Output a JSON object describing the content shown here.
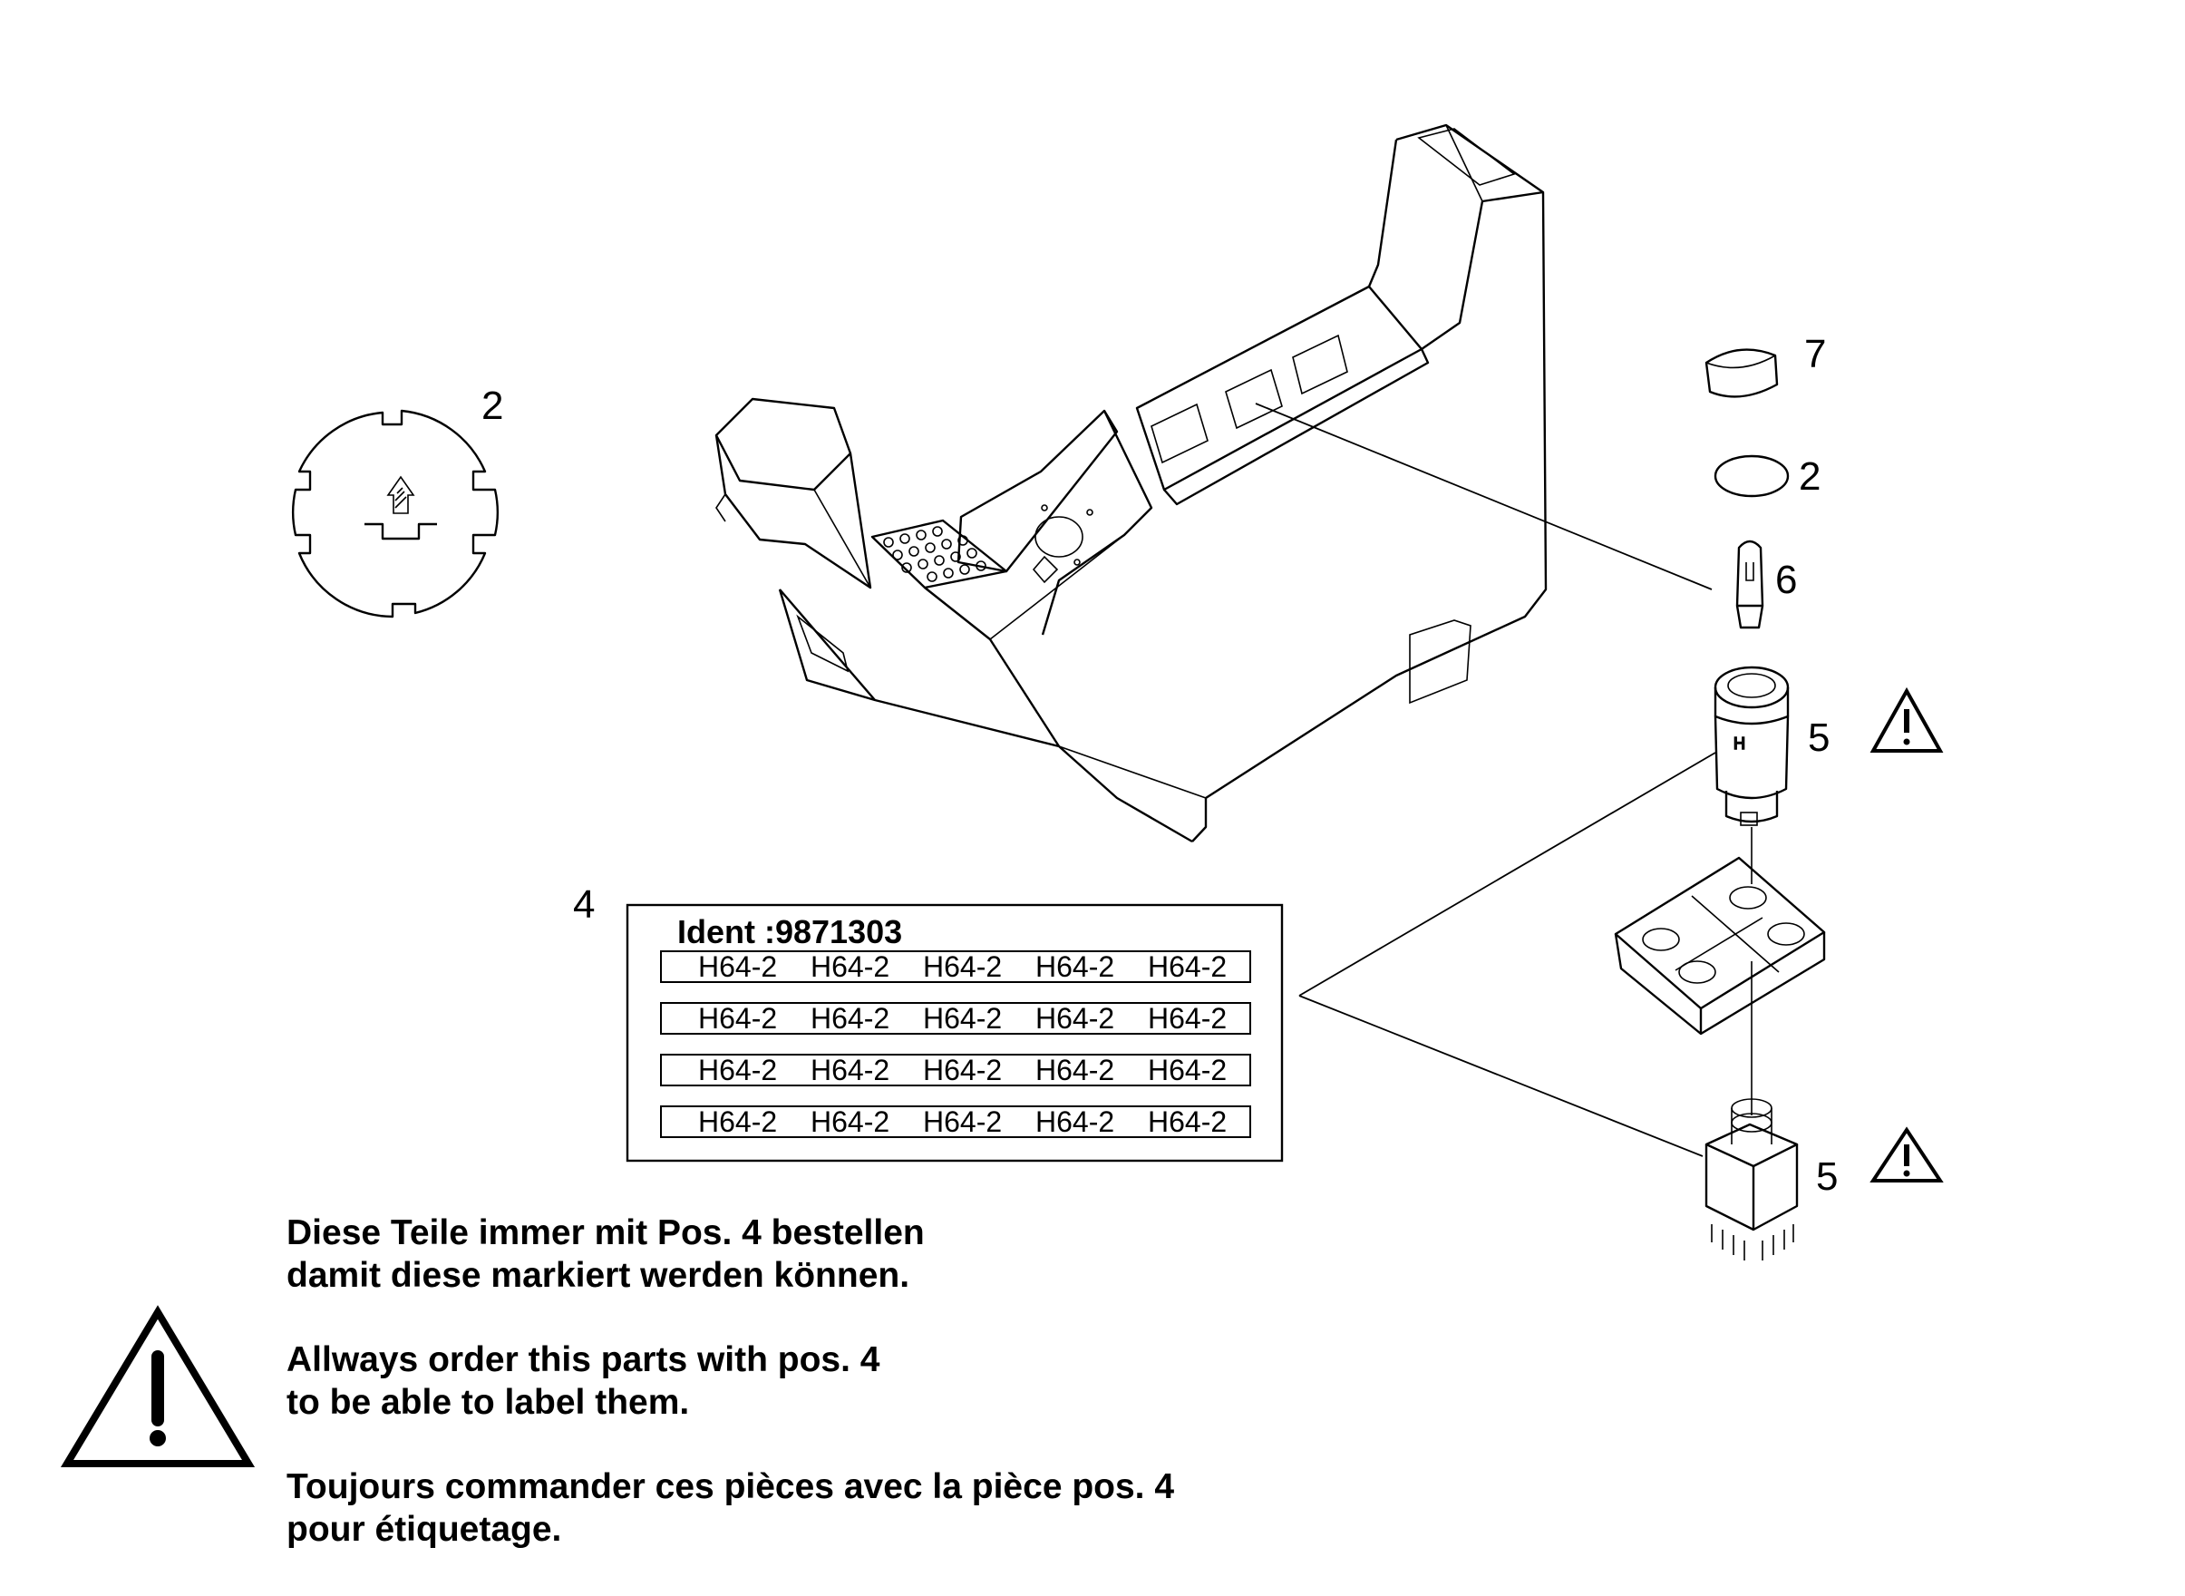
{
  "callouts": {
    "c2_left": "2",
    "c7": "7",
    "c2_right": "2",
    "c6": "6",
    "c5_top": "5",
    "c4": "4",
    "c5_bottom": "5"
  },
  "label_sheet": {
    "ident": "Ident :9871303",
    "rows": [
      [
        "H64-2",
        "H64-2",
        "H64-2",
        "H64-2",
        "H64-2"
      ],
      [
        "H64-2",
        "H64-2",
        "H64-2",
        "H64-2",
        "H64-2"
      ],
      [
        "H64-2",
        "H64-2",
        "H64-2",
        "H64-2",
        "H64-2"
      ],
      [
        "H64-2",
        "H64-2",
        "H64-2",
        "H64-2",
        "H64-2"
      ]
    ]
  },
  "switch_marking": "H",
  "notes": {
    "de": "Diese Teile immer mit Pos. 4 bestellen\ndamit diese markiert werden können.",
    "en": "Allways order this parts with pos. 4\nto be able to label them.",
    "fr": "Toujours commander ces pièces avec la pièce pos. 4\npour étiquetage."
  }
}
